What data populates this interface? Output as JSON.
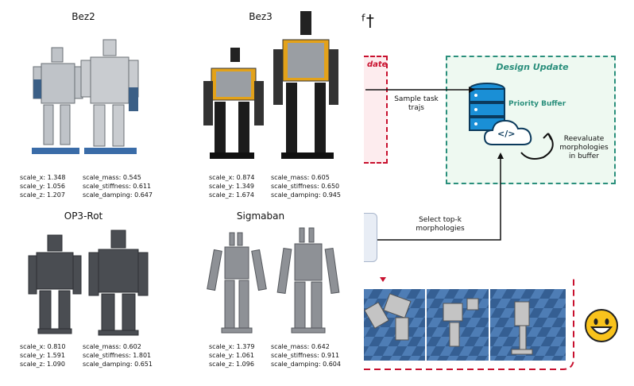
{
  "header_fragment": "ᶠ†",
  "robots": [
    {
      "name": "Bez2",
      "left_params": [
        "scale_x: 1.348",
        "scale_y: 1.056",
        "scale_z: 1.207"
      ],
      "right_params": [
        "scale_mass: 0.545",
        "scale_stiffness: 0.611",
        "scale_damping: 0.647"
      ]
    },
    {
      "name": "Bez3",
      "left_params": [
        "scale_x: 0.874",
        "scale_y: 1.349",
        "scale_z: 1.674"
      ],
      "right_params": [
        "scale_mass: 0.605",
        "scale_stiffness: 0.650",
        "scale_damping: 0.945"
      ]
    },
    {
      "name": "OP3-Rot",
      "left_params": [
        "scale_x: 0.810",
        "scale_y: 1.591",
        "scale_z: 1.090"
      ],
      "right_params": [
        "scale_mass: 0.602",
        "scale_stiffness: 1.801",
        "scale_damping: 0.651"
      ]
    },
    {
      "name": "Sigmaban",
      "left_params": [
        "scale_x: 1.379",
        "scale_y: 1.061",
        "scale_z: 1.096"
      ],
      "right_params": [
        "scale_mass: 0.642",
        "scale_stiffness: 0.911",
        "scale_damping: 0.604"
      ]
    }
  ],
  "diagram": {
    "partial_box_title": "date",
    "design_update_title": "Design Update",
    "priority_buffer_label": "Priority Buffer",
    "code_glyph": "</>",
    "reevaluate_label": [
      "Reevaluate",
      "morphologies",
      "in buffer"
    ],
    "sample_label": [
      "Sample task",
      "trajs"
    ],
    "select_label": [
      "Select top-k",
      "morphologies"
    ]
  },
  "colors": {
    "design_border": "#2a8f7c",
    "design_fill": "#eef9f1",
    "update_red": "#c8102e",
    "db_blue": "#1a8fd6",
    "bez3_yellow": "#e3a21a"
  }
}
